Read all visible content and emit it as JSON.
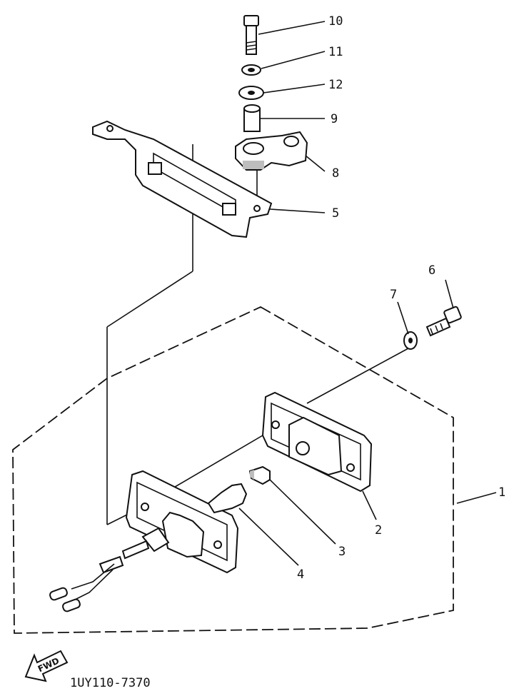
{
  "parts": [
    {
      "number": "10",
      "name": "bolt"
    },
    {
      "number": "11",
      "name": "lock-washer"
    },
    {
      "number": "12",
      "name": "washer"
    },
    {
      "number": "9",
      "name": "collar"
    },
    {
      "number": "8",
      "name": "stay"
    },
    {
      "number": "5",
      "name": "bracket"
    },
    {
      "number": "6",
      "name": "bolt"
    },
    {
      "number": "7",
      "name": "washer"
    },
    {
      "number": "1",
      "name": "side-marker-assembly"
    },
    {
      "number": "2",
      "name": "lens"
    },
    {
      "number": "3",
      "name": "bulb"
    },
    {
      "number": "4",
      "name": "socket-cord"
    }
  ],
  "fwd_label": "FWD",
  "drawing_code": "1UY110-7370"
}
